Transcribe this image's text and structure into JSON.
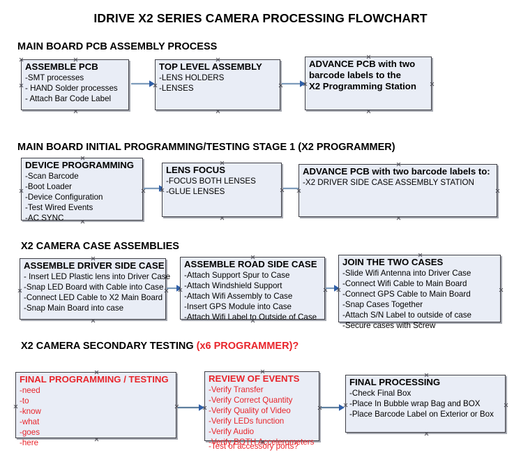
{
  "document": {
    "title": "IDRIVE X2  SERIES CAMERA PROCESSING FLOWCHART",
    "accent_color": "#e8252b",
    "box_fill_color": "#e9edf6",
    "box_border_color": "#3f3f46",
    "arrow_color": "#5a7fa6"
  },
  "sections": [
    {
      "heading": "MAIN BOARD PCB ASSEMBLY PROCESS",
      "heading_accent": "",
      "boxes": [
        {
          "title": "ASSEMBLE PCB",
          "lines": [
            "-SMT processes",
            "- HAND Solder processes",
            "- Attach Bar Code Label"
          ]
        },
        {
          "title": "TOP LEVEL ASSEMBLY",
          "lines": [
            "-LENS HOLDERS",
            "-LENSES"
          ]
        },
        {
          "title": "ADVANCE PCB with two",
          "lines": [
            "barcode labels to the",
            " X2 Programming Station"
          ]
        }
      ]
    },
    {
      "heading": "MAIN BOARD INITIAL PROGRAMMING/TESTING STAGE 1 (X2 PROGRAMMER)",
      "heading_accent": "",
      "boxes": [
        {
          "title": "DEVICE PROGRAMMING",
          "lines": [
            "-Scan Barcode",
            "-Boot Loader",
            "-Device Configuration",
            "-Test Wired Events",
            "-AC SYNC"
          ]
        },
        {
          "title": "LENS FOCUS",
          "lines": [
            "-FOCUS BOTH LENSES",
            "-GLUE LENSES"
          ]
        },
        {
          "title": "ADVANCE PCB with two barcode labels to:",
          "lines": [
            "-X2 DRIVER  SIDE  CASE  ASSEMBLY STATION"
          ]
        }
      ]
    },
    {
      "heading": "X2 CAMERA CASE ASSEMBLIES",
      "heading_accent": "",
      "boxes": [
        {
          "title": "ASSEMBLE DRIVER SIDE CASE",
          "lines": [
            "- Insert LED Plastic lens into Driver Case",
            "-Snap LED Board with Cable into Case",
            "-Connect LED Cable to X2 Main Board",
            "-Snap Main Board into case"
          ]
        },
        {
          "title": "ASSEMBLE ROAD SIDE CASE",
          "lines": [
            "-Attach Support Spur to Case",
            "-Attach Windshield Support",
            "-Attach Wifi Assembly to Case",
            "-Insert GPS Module into Case",
            "-Attach Wifi Label to Outside of Case"
          ]
        },
        {
          "title": "JOIN THE TWO CASES",
          "lines": [
            "-Slide Wifi Antenna into Driver Case",
            "-Connect Wifi Cable to Main Board",
            "-Connect GPS Cable to Main Board",
            "-Snap Cases Together",
            "-Attach S/N Label to outside of case",
            "-Secure cases with Screw"
          ]
        }
      ]
    },
    {
      "heading": "X2 CAMERA SECONDARY TESTING ",
      "heading_accent": "(x6 PROGRAMMER)?",
      "boxes": [
        {
          "title": "FINAL PROGRAMMING / TESTING",
          "lines": [
            "-need",
            "-to",
            "-know",
            "-what",
            "-goes",
            "-here"
          ]
        },
        {
          "title": "REVIEW OF EVENTS",
          "lines": [
            "-Verify Transfer",
            "-Verify Correct Quantity",
            "-Verify Quality of Video",
            "-Verify LEDs function",
            "-Verify Audio",
            "-Verify BOTH Accelerometers"
          ],
          "overflow_line": "-Test of accessory ports?"
        },
        {
          "title": "FINAL PROCESSING",
          "lines": [
            " -Check Final Box",
            "-Place In Bubble wrap Bag and BOX",
            "-Place Barcode Label on Exterior or Box"
          ]
        }
      ]
    }
  ]
}
